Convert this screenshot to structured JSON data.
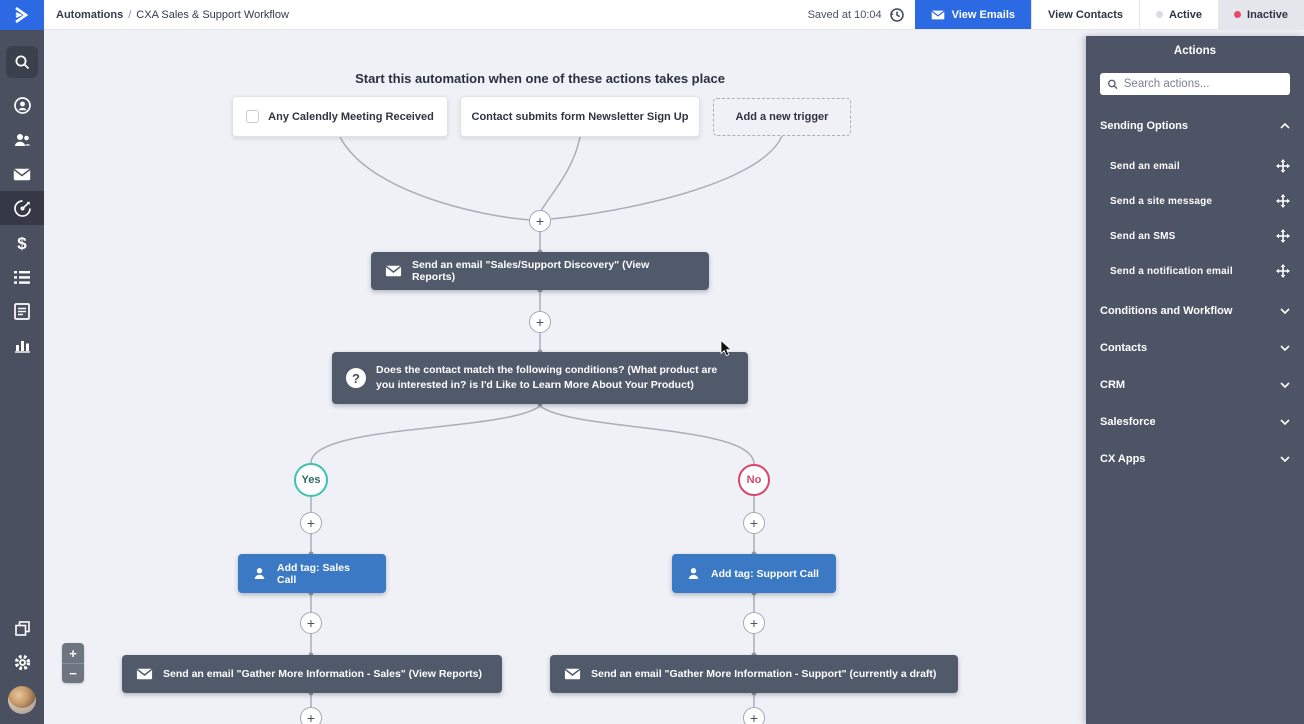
{
  "top_bar": {
    "breadcrumb": {
      "section": "Automations",
      "separator": "/",
      "page": "CXA Sales & Support Workflow"
    },
    "saved_status": "Saved at 10:04",
    "view_emails_label": "View Emails",
    "view_contacts_label": "View Contacts",
    "toggle": {
      "active_label": "Active",
      "inactive_label": "Inactive",
      "selected": "Inactive"
    }
  },
  "canvas": {
    "heading": "Start this automation when one of these actions takes place",
    "triggers": [
      {
        "label": "Any Calendly Meeting Received"
      },
      {
        "label": "Contact submits form Newsletter Sign Up"
      },
      {
        "label": "Add a new trigger"
      }
    ],
    "nodes": {
      "email_1": "Send an email \"Sales/Support Discovery\" (View Reports)",
      "condition": "Does the contact match the following conditions? (What product are you interested in? is I'd Like to Learn More About Your Product)",
      "branch_yes": "Yes",
      "branch_no": "No",
      "tag_yes": "Add tag: Sales Call",
      "tag_no": "Add tag: Support Call",
      "email_yes": "Send an email \"Gather More Information - Sales\" (View Reports)",
      "email_no": "Send an email \"Gather More Information - Support\" (currently a draft)"
    },
    "zoom_controls": {
      "zoom_in": "+",
      "zoom_out": "−"
    }
  },
  "actions_panel": {
    "title": "Actions",
    "search_placeholder": "Search actions...",
    "sections": [
      {
        "label": "Sending Options",
        "expanded": true,
        "items": [
          {
            "label": "Send an email"
          },
          {
            "label": "Send a site message"
          },
          {
            "label": "Send an SMS"
          },
          {
            "label": "Send a notification email"
          }
        ]
      },
      {
        "label": "Conditions and Workflow",
        "expanded": false
      },
      {
        "label": "Contacts",
        "expanded": false
      },
      {
        "label": "CRM",
        "expanded": false
      },
      {
        "label": "Salesforce",
        "expanded": false
      },
      {
        "label": "CX Apps",
        "expanded": false
      }
    ]
  },
  "ui": {
    "plus_glyph": "+",
    "question_glyph": "?",
    "dollar_glyph": "$"
  },
  "colors": {
    "accent_blue": "#2b6ae3",
    "node_slate": "#515a6a",
    "node_blue": "#3b79c4",
    "yes_teal": "#3ec2ae",
    "no_red": "#d8466b",
    "inactive_dot": "#e9486e",
    "panel_bg": "#4d5466",
    "canvas_bg": "#eff1f7"
  }
}
